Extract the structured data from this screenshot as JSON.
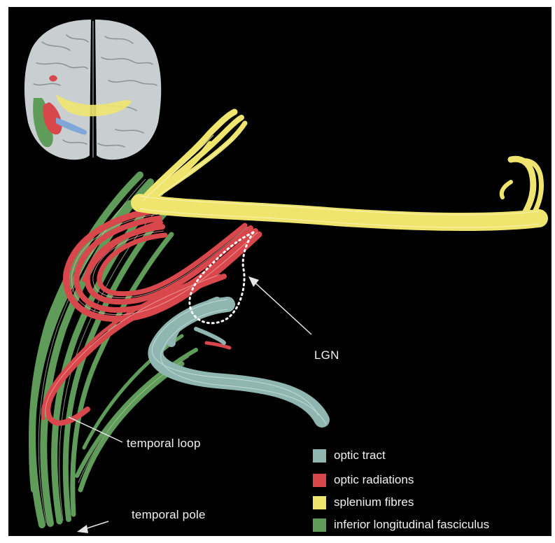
{
  "labels": {
    "lgn": "LGN",
    "temporal_loop": "temporal loop",
    "temporal_pole": "temporal pole"
  },
  "legend": [
    {
      "label": "optic tract",
      "color": "#8fb6b0"
    },
    {
      "label": "optic radiations",
      "color": "#d8474b"
    },
    {
      "label": "splenium fibres",
      "color": "#efe56e"
    },
    {
      "label": "inferior longitudinal fasciculus",
      "color": "#5f9c5a"
    }
  ],
  "colors": {
    "background": "#000000",
    "frame": "#ffffff",
    "brain_surface": "#c9cfd0",
    "annotation_line": "#e6e6e6"
  }
}
